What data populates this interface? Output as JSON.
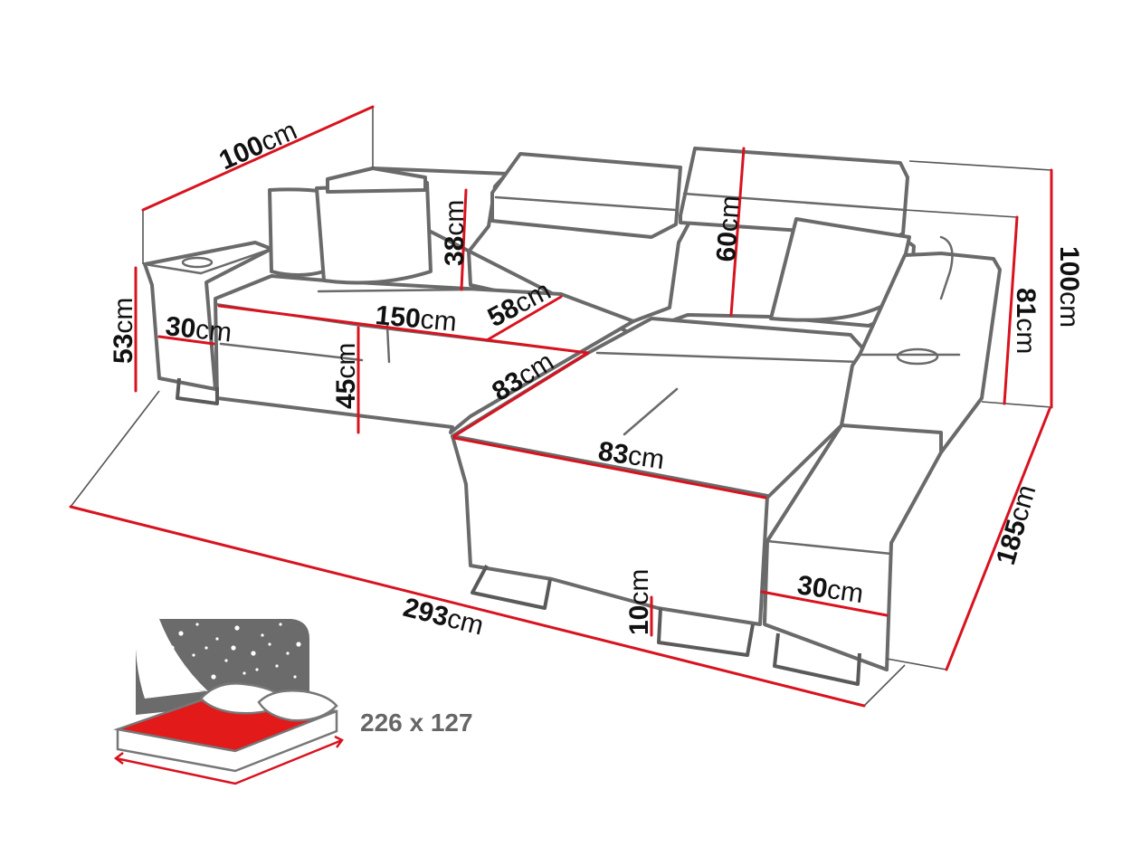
{
  "dimensions": {
    "back_depth": {
      "value": "100",
      "unit": "cm"
    },
    "arm_height": {
      "value": "53",
      "unit": "cm"
    },
    "arm_width": {
      "value": "30",
      "unit": "cm"
    },
    "backrest_height": {
      "value": "38",
      "unit": "cm"
    },
    "seat_width": {
      "value": "150",
      "unit": "cm"
    },
    "seat_depth": {
      "value": "58",
      "unit": "cm"
    },
    "seat_height": {
      "value": "45",
      "unit": "cm"
    },
    "headrest_height": {
      "value": "60",
      "unit": "cm"
    },
    "chaise_seat_depth": {
      "value": "83",
      "unit": "cm"
    },
    "chaise_width": {
      "value": "83",
      "unit": "cm"
    },
    "total_height": {
      "value": "100",
      "unit": "cm"
    },
    "back_height": {
      "value": "81",
      "unit": "cm"
    },
    "total_depth": {
      "value": "185",
      "unit": "cm"
    },
    "chaise_arm_width": {
      "value": "30",
      "unit": "cm"
    },
    "leg_height": {
      "value": "10",
      "unit": "cm"
    },
    "total_width": {
      "value": "293",
      "unit": "cm"
    }
  },
  "bed": {
    "size_label": "226 x 127",
    "icon": "sleeping-bed-stars-icon",
    "colors": {
      "mattress": "#e21a1a",
      "night": "#6b6b6b",
      "stars": "#ffffff"
    }
  },
  "colors": {
    "dimension_line": "#d8131f",
    "outline": "#6a6a6a",
    "background": "#ffffff"
  }
}
